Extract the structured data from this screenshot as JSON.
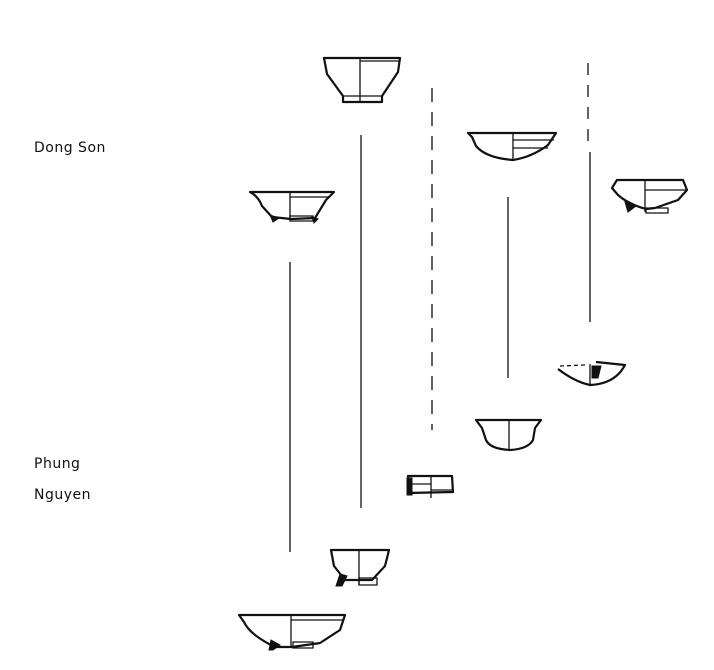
{
  "labels": {
    "upper_period": "Dong Son",
    "lower_period_line1": "Phung",
    "lower_period_line2": "Nguyen"
  },
  "colors": {
    "ink": "#111111",
    "background": "#ffffff"
  }
}
